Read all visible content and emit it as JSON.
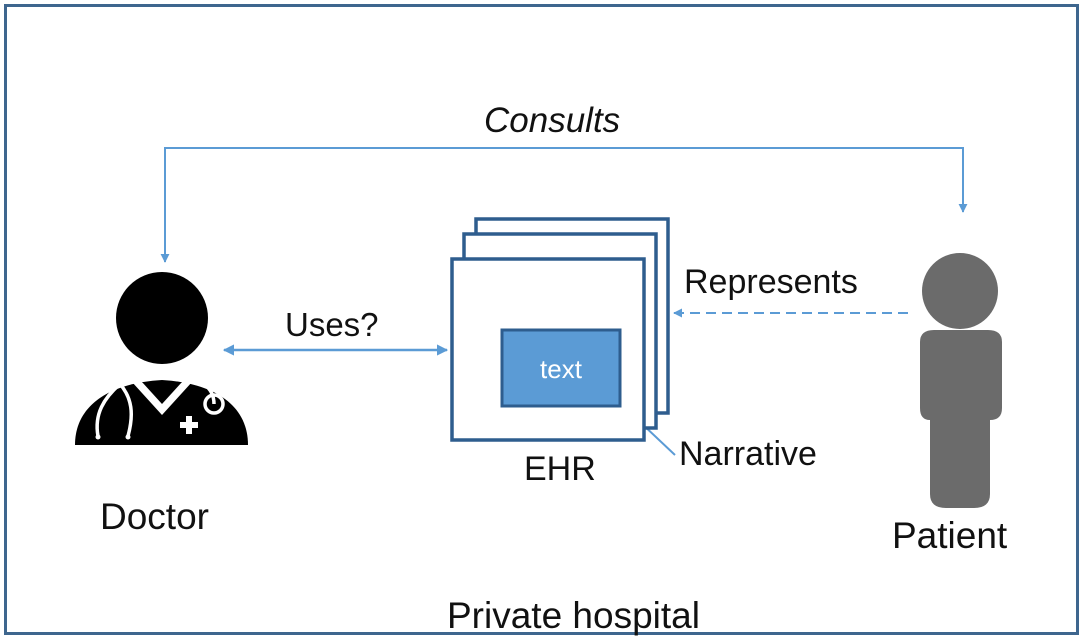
{
  "frame": {
    "label": "Private hospital"
  },
  "edges": {
    "consults": "Consults",
    "uses": "Uses?",
    "represents": "Represents",
    "narrative": "Narrative"
  },
  "nodes": {
    "doctor": {
      "label": "Doctor",
      "icon": "doctor-icon"
    },
    "patient": {
      "label": "Patient",
      "icon": "person-icon"
    },
    "ehr": {
      "label": "EHR",
      "text_box": "text"
    }
  },
  "colors": {
    "frame_border": "#3e668e",
    "arrow": "#5b9bd5",
    "ehr_border": "#2e5d8e",
    "text_box_fill": "#5b9bd5",
    "patient_fill": "#6b6b6b",
    "doctor_fill": "#000000"
  }
}
